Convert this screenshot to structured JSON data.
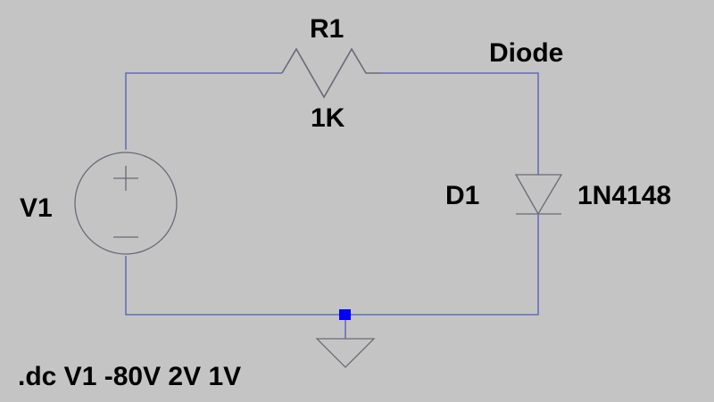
{
  "colors": {
    "background": "#c4c4c4",
    "wire": "#4f5bb3",
    "component": "#6a6a78",
    "node_marker": "#0000ff",
    "text": "#000000"
  },
  "components": {
    "resistor": {
      "ref": "R1",
      "value": "1K"
    },
    "source": {
      "ref": "V1",
      "plus": "+",
      "minus": "−"
    },
    "diode": {
      "ref": "D1",
      "model": "1N4148"
    },
    "net_label": "Diode",
    "ground": "ground-symbol"
  },
  "directive": ".dc V1 -80V 2V 1V"
}
